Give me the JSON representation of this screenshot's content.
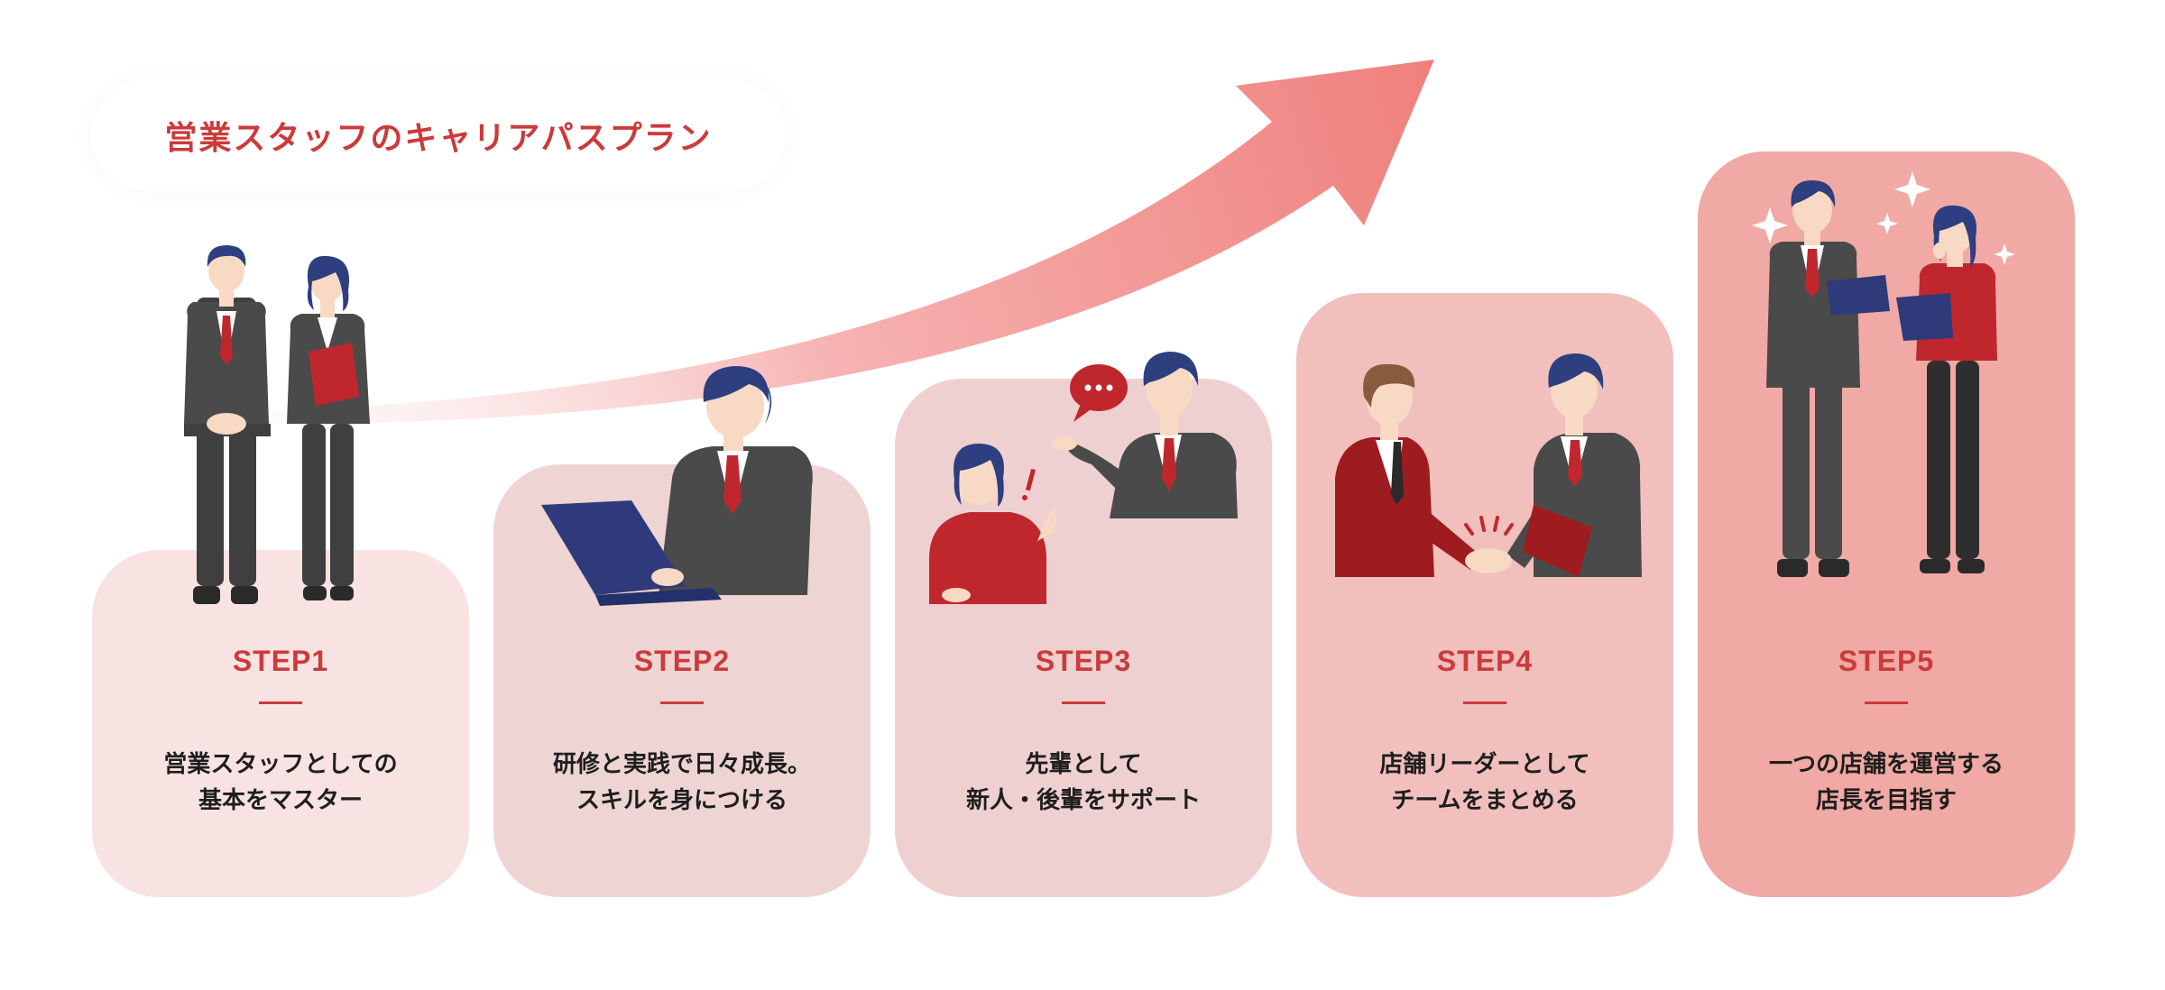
{
  "title": "営業スタッフのキャリアパスプラン",
  "colors": {
    "accent": "#cc3a3a",
    "card1": "#f8e2e2",
    "card2": "#efd4d4",
    "card3": "#efd0d0",
    "card4": "#f1bfbc",
    "card5": "#f0a9a4",
    "arrow": "#ef7f7c",
    "suit": "#4a4a4a",
    "tie": "#c0272d",
    "hair": "#2e3f7f",
    "skin": "#f7d9c4"
  },
  "steps": [
    {
      "label": "STEP1",
      "desc": [
        "営業スタッフとしての",
        "基本をマスター"
      ]
    },
    {
      "label": "STEP2",
      "desc": [
        "研修と実践で日々成長。",
        "スキルを身につける"
      ]
    },
    {
      "label": "STEP3",
      "desc": [
        "先輩として",
        "新人・後輩をサポート"
      ]
    },
    {
      "label": "STEP4",
      "desc": [
        "店舗リーダーとして",
        "チームをまとめる"
      ]
    },
    {
      "label": "STEP5",
      "desc": [
        "一つの店舗を運営する",
        "店長を目指す"
      ]
    }
  ]
}
